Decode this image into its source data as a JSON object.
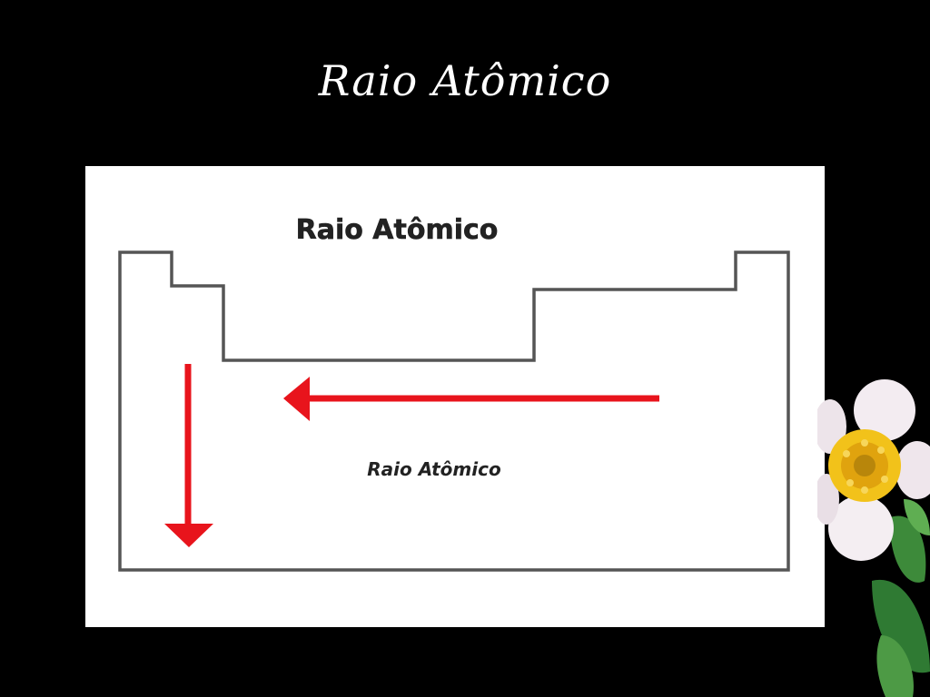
{
  "slide": {
    "title": "Raio Atômico"
  },
  "diagram": {
    "heading": "Raio Atômico",
    "arrow_label": "Raio Atômico",
    "arrow_color": "#e8141c",
    "outline_color": "#555555"
  },
  "decoration": {
    "icon": "flower-icon"
  }
}
